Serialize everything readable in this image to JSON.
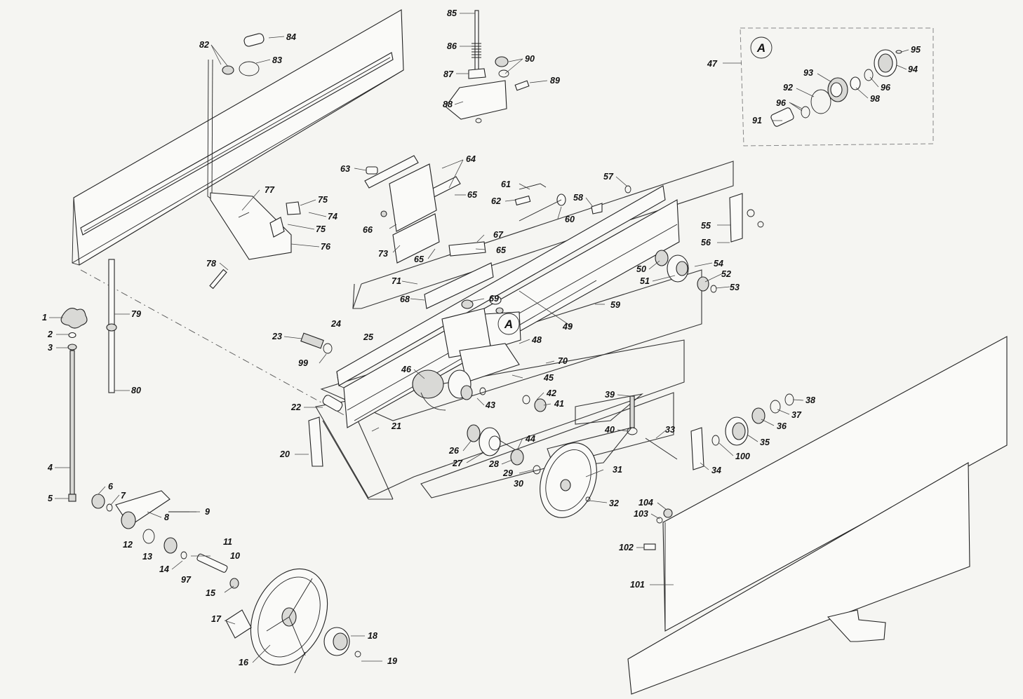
{
  "diagram": {
    "detail_callout": "A",
    "detail_reference": "47",
    "parts": [
      "1",
      "2",
      "3",
      "4",
      "5",
      "6",
      "7",
      "8",
      "9",
      "10",
      "11",
      "12",
      "13",
      "14",
      "15",
      "16",
      "17",
      "18",
      "19",
      "20",
      "21",
      "22",
      "23",
      "24",
      "25",
      "26",
      "27",
      "28",
      "29",
      "30",
      "31",
      "32",
      "33",
      "34",
      "35",
      "36",
      "37",
      "38",
      "39",
      "40",
      "41",
      "42",
      "43",
      "44",
      "45",
      "46",
      "48",
      "49",
      "50",
      "51",
      "52",
      "53",
      "54",
      "55",
      "56",
      "57",
      "58",
      "59",
      "60",
      "61",
      "62",
      "63",
      "64",
      "65",
      "65",
      "65",
      "66",
      "67",
      "68",
      "69",
      "70",
      "71",
      "73",
      "74",
      "75",
      "75",
      "76",
      "77",
      "78",
      "79",
      "80",
      "82",
      "83",
      "84",
      "85",
      "86",
      "87",
      "88",
      "89",
      "90",
      "91",
      "92",
      "93",
      "94",
      "95",
      "96",
      "96",
      "97",
      "98",
      "99",
      "100",
      "101",
      "102",
      "103",
      "104"
    ]
  }
}
